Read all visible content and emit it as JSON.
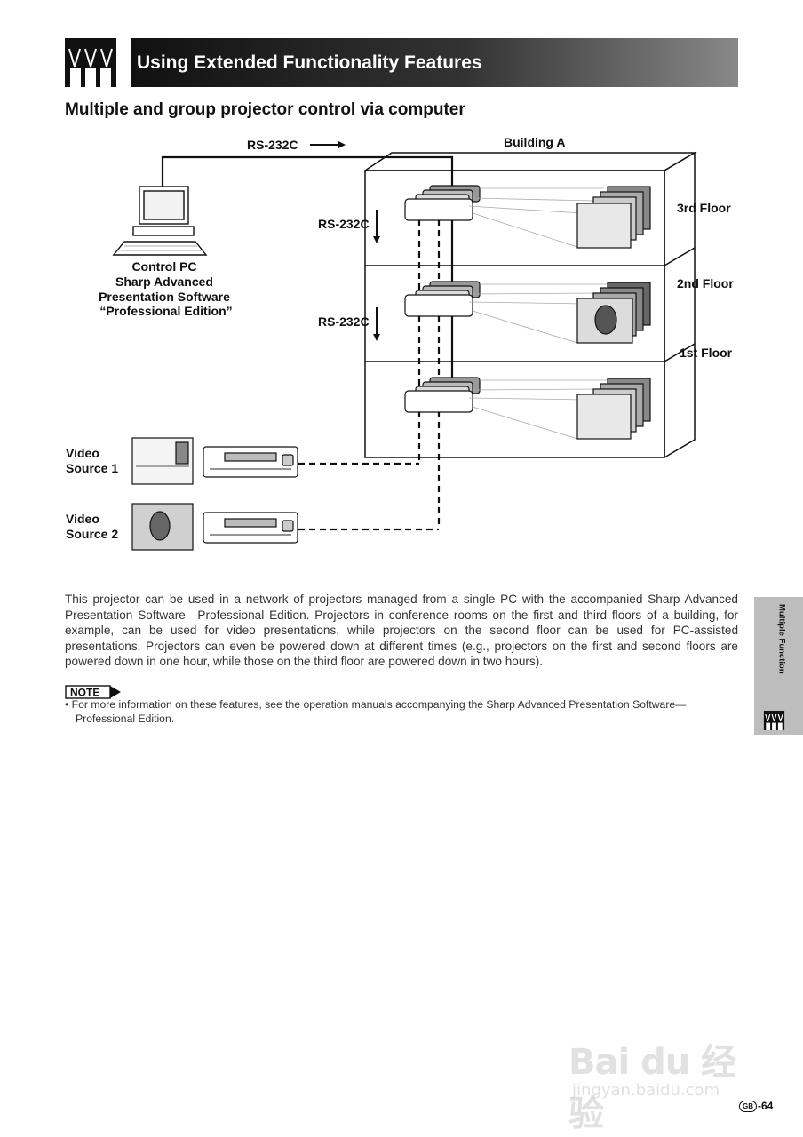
{
  "header": {
    "title": "Using Extended Functionality Features",
    "icon": "multiple-projectors-icon"
  },
  "section": {
    "title": "Multiple and group projector control via computer"
  },
  "diagram": {
    "rs232c_top": "RS-232C",
    "rs232c_mid1": "RS-232C",
    "rs232c_mid2": "RS-232C",
    "building": "Building A",
    "floors": [
      "3rd Floor",
      "2nd Floor",
      "1st Floor"
    ],
    "control_pc": [
      "Control PC",
      "Sharp Advanced",
      "Presentation Software",
      "“Professional Edition”"
    ],
    "video_source_1": [
      "Video",
      "Source 1"
    ],
    "video_source_2": [
      "Video",
      "Source 2"
    ]
  },
  "body": {
    "paragraph": "This projector can be used in a network of projectors managed from a single PC with the accompanied Sharp Advanced Presentation Software—Professional Edition. Projectors in conference rooms on the first and third floors of a building, for example, can be used for video presentations, while projectors on the second floor can be used for PC-assisted presentations. Projectors can even be powered down at different times (e.g., projectors on the first and second floors are powered down in one hour, while those on the third floor are powered down in two hours)."
  },
  "note": {
    "label": "NOTE",
    "text": "•  For more information on these features, see the operation manuals accompanying the Sharp Advanced Presentation Software—Professional Edition."
  },
  "side_tab": {
    "label": "Multiple Function"
  },
  "watermark": {
    "main": "Bai du 经验",
    "sub": "jingyan.baidu.com"
  },
  "footer": {
    "region_badge": "GB",
    "page_number": "-64"
  }
}
